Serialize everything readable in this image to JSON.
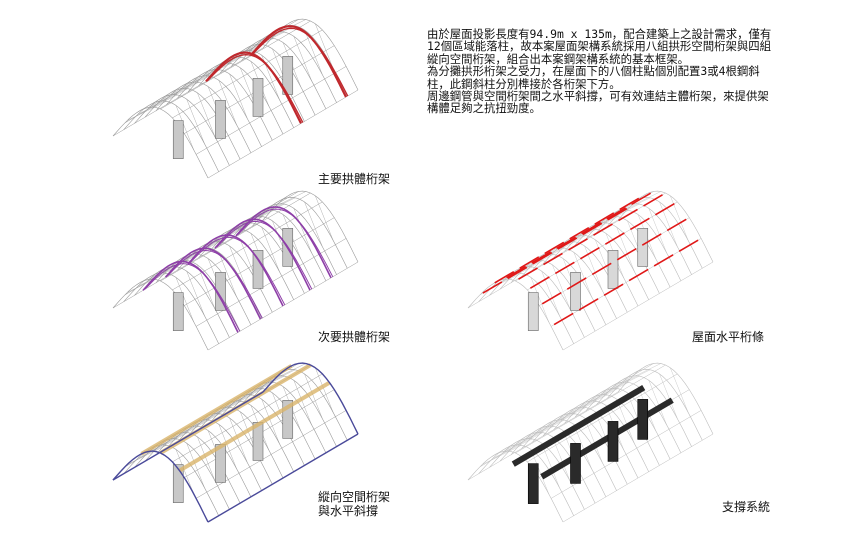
{
  "description": {
    "paragraphs": [
      "由於屋面投影長度有94.9m x 135m，配合建築上之設計需求，僅有12個區域能落柱，故本案屋面架構系統採用八組拱形空間桁架與四組縱向空間桁架，組合出本案鋼架構系統的基本框架。",
      "為分攤拱形桁架之受力，在屋面下的八個柱點個別配置3或4根鋼斜柱，此鋼斜柱分別榫接於各桁架下方。",
      "周邊鋼管與空間桁架間之水平斜撐，可有效連結主體桁架，來提供架構體足夠之抗扭勁度。"
    ]
  },
  "panels": {
    "main_arch": {
      "caption": "主要拱體桁架",
      "highlight_color": "#c0282d"
    },
    "secondary_arch": {
      "caption": "次要拱體桁架",
      "highlight_color": "#8e3fa8"
    },
    "roof_purlin": {
      "caption": "屋面水平桁條",
      "highlight_color": "#e01818"
    },
    "longitudinal": {
      "caption_line1": "縱向空間桁架",
      "caption_line2": "與水平斜撐",
      "highlight_color": "#d9b46a",
      "secondary_color": "#4a4a9a"
    },
    "bracing": {
      "caption": "支撐系統",
      "highlight_color": "#2a2a2a"
    }
  }
}
